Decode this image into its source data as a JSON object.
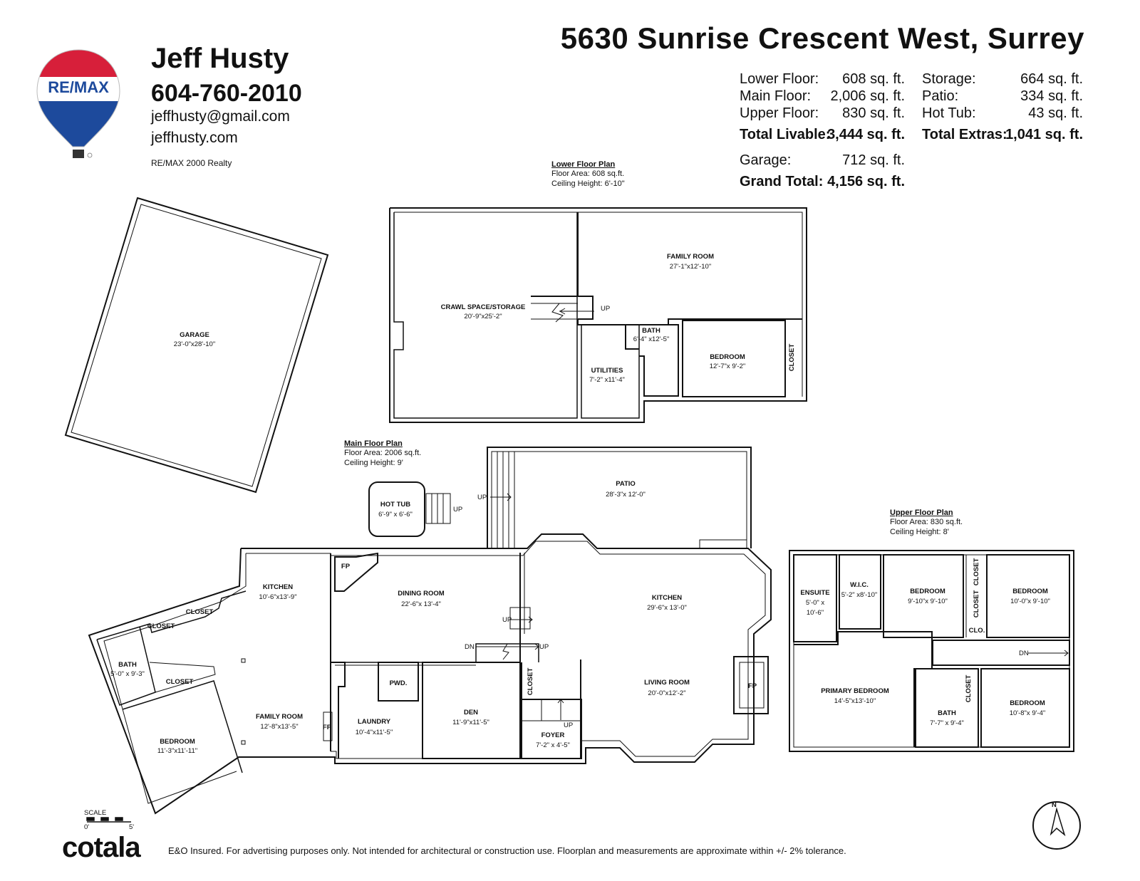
{
  "agent": {
    "name": "Jeff Husty",
    "phone": "604-760-2010",
    "email": "jeffhusty@gmail.com",
    "website": "jeffhusty.com",
    "brokerage": "RE/MAX 2000 Realty",
    "logo_text": "RE/MAX"
  },
  "address": "5630 Sunrise Crescent West, Surrey",
  "areas": {
    "livable": [
      {
        "label": "Lower Floor:",
        "value": "608",
        "unit": "sq. ft."
      },
      {
        "label": "Main Floor:",
        "value": "2,006",
        "unit": "sq. ft."
      },
      {
        "label": "Upper Floor:",
        "value": "830",
        "unit": "sq. ft."
      }
    ],
    "extras": [
      {
        "label": "Storage:",
        "value": "664",
        "unit": "sq. ft."
      },
      {
        "label": "Patio:",
        "value": "334",
        "unit": "sq. ft."
      },
      {
        "label": "Hot Tub:",
        "value": "43",
        "unit": "sq. ft."
      }
    ],
    "total_livable_label": "Total Livable:",
    "total_livable_value": "3,444 sq. ft.",
    "total_extras_label": "Total Extras:",
    "total_extras_value": "1,041 sq. ft.",
    "garage_label": "Garage:",
    "garage_value": "712",
    "garage_unit": "sq. ft.",
    "grand_total_label": "Grand Total:",
    "grand_total_value": "4,156 sq. ft."
  },
  "plans": {
    "lower": {
      "title": "Lower Floor Plan",
      "area": "Floor Area: 608 sq.ft.",
      "ceiling": "Ceiling Height: 6'-10\""
    },
    "main": {
      "title": "Main Floor Plan",
      "area": "Floor Area: 2006 sq.ft.",
      "ceiling": "Ceiling Height: 9'"
    },
    "upper": {
      "title": "Upper Floor Plan",
      "area": "Floor Area: 830 sq.ft.",
      "ceiling": "Ceiling Height: 8'"
    }
  },
  "rooms": {
    "garage": {
      "name": "GARAGE",
      "dim": "23'-0\"x28'-10\""
    },
    "crawl": {
      "name": "CRAWL SPACE/STORAGE",
      "dim": "20'-9\"x25'-2\""
    },
    "lower_family": {
      "name": "FAMILY ROOM",
      "dim": "27'-1\"x12'-10\""
    },
    "lower_bath": {
      "name": "BATH",
      "dim": "6'-4\" x12'-5\""
    },
    "utilities": {
      "name": "UTILITIES",
      "dim": "7'-2\" x11'-4\""
    },
    "lower_bedroom": {
      "name": "BEDROOM",
      "dim": "12'-7\"x 9'-2\""
    },
    "lower_closet": {
      "name": "CLOSET"
    },
    "hot_tub": {
      "name": "HOT TUB",
      "dim": "6'-9\" x 6'-6\""
    },
    "patio": {
      "name": "PATIO",
      "dim": "28'-3\"x 12'-0\""
    },
    "main_kitchen_w": {
      "name": "KITCHEN",
      "dim": "10'-6\"x13'-9\""
    },
    "dining": {
      "name": "DINING ROOM",
      "dim": "22'-6\"x 13'-4\""
    },
    "main_kitchen": {
      "name": "KITCHEN",
      "dim": "29'-6\"x 13'-0\""
    },
    "main_bath": {
      "name": "BATH",
      "dim": "5'-0\" x 9'-3\""
    },
    "main_bedroom": {
      "name": "BEDROOM",
      "dim": "11'-3\"x11'-11\""
    },
    "main_family": {
      "name": "FAMILY ROOM",
      "dim": "12'-8\"x13'-5\""
    },
    "laundry": {
      "name": "LAUNDRY",
      "dim": "10'-4\"x11'-5\""
    },
    "pwd": {
      "name": "PWD."
    },
    "den": {
      "name": "DEN",
      "dim": "11'-9\"x11'-5\""
    },
    "foyer": {
      "name": "FOYER",
      "dim": "7'-2\" x 4'-5\""
    },
    "living": {
      "name": "LIVING ROOM",
      "dim": "20'-0\"x12'-2\""
    },
    "ensuite": {
      "name": "ENSUITE",
      "dim": "5'-0\" x",
      "dim2": "10'-6\""
    },
    "wic": {
      "name": "W.I.C.",
      "dim": "5'-2\" x8'-10\""
    },
    "up_bed1": {
      "name": "BEDROOM",
      "dim": "9'-10\"x 9'-10\""
    },
    "up_bed2": {
      "name": "BEDROOM",
      "dim": "10'-0\"x 9'-10\""
    },
    "primary": {
      "name": "PRIMARY BEDROOM",
      "dim": "14'-5\"x13'-10\""
    },
    "up_bath": {
      "name": "BATH",
      "dim": "7'-7\" x 9'-4\""
    },
    "up_bed3": {
      "name": "BEDROOM",
      "dim": "10'-8\"x 9'-4\""
    }
  },
  "labels": {
    "closet": "CLOSET",
    "clo": "CLO.",
    "fp": "FP",
    "up": "UP",
    "dn": "DN",
    "scale": "SCALE",
    "scale_start": "0'",
    "scale_end": "5'",
    "north": "N"
  },
  "footer": {
    "brand": "cotala",
    "disclaimer": "E&O Insured. For advertising purposes only. Not intended for architectural or construction use. Floorplan and measurements are approximate within +/- 2% tolerance."
  },
  "colors": {
    "logo_red": "#d71f3a",
    "logo_blue": "#1d4a9c",
    "ink": "#111111"
  }
}
